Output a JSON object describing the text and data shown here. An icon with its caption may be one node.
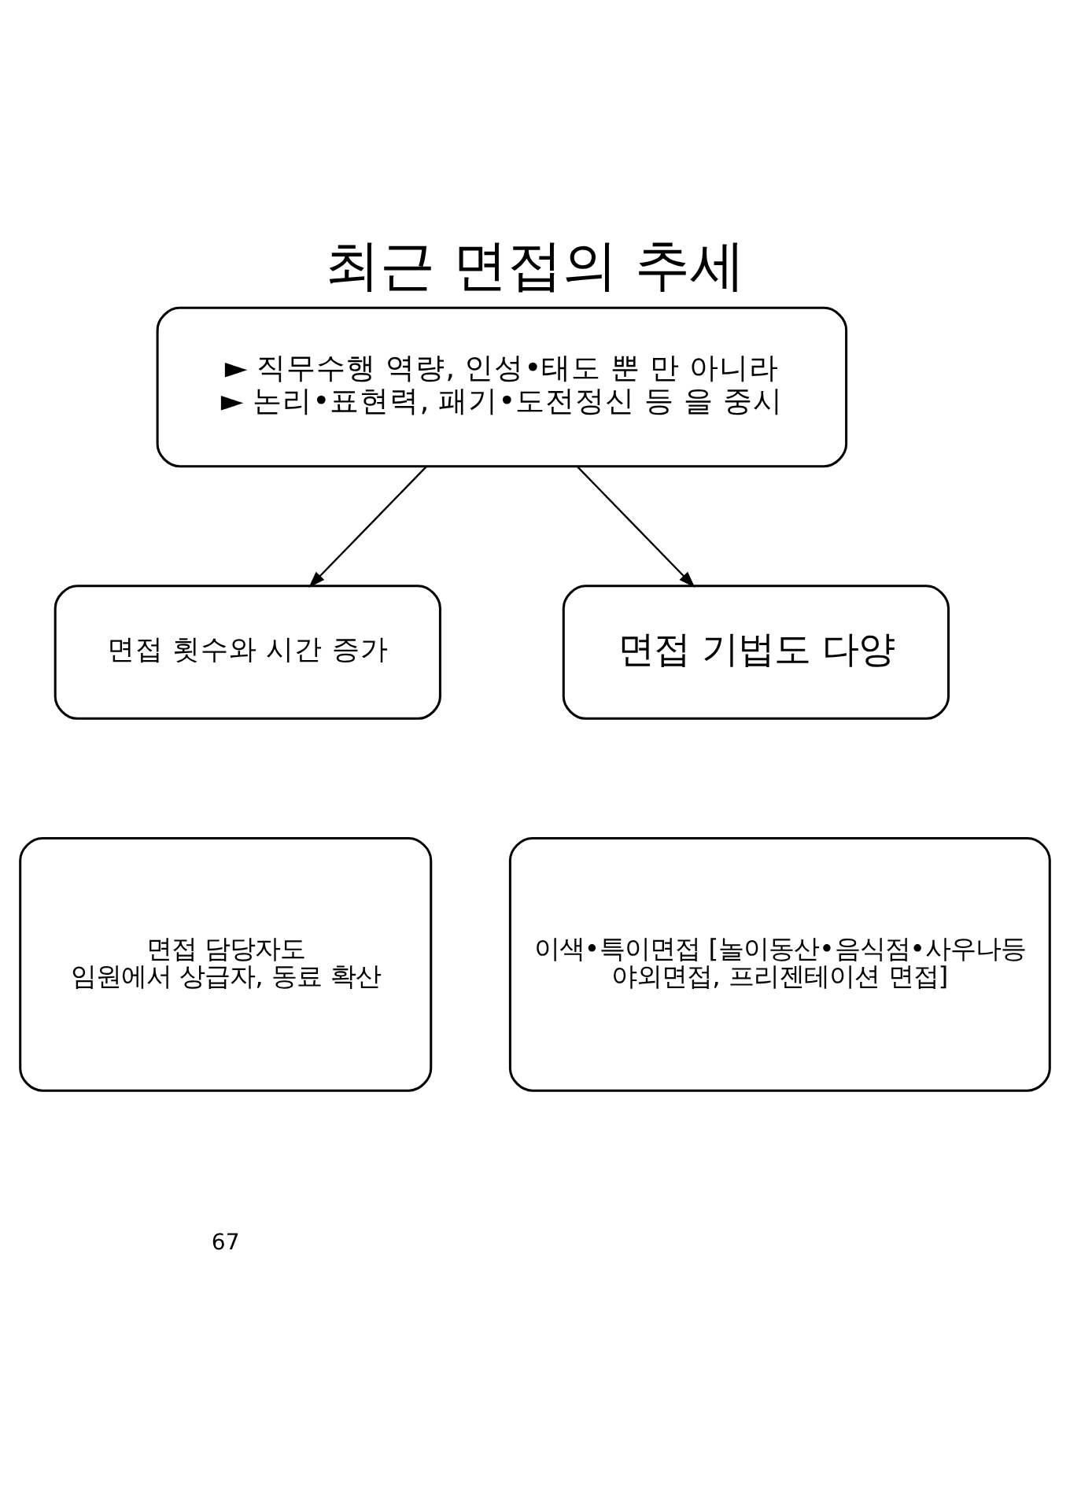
{
  "diagram": {
    "title": "최근 면접의 추세",
    "nodes": [
      {
        "text": [
          "► 직무수행 역량, 인성•태도 뿐 만 아니라",
          "► 논리•표현력, 패기•도전정신 등 을 중시"
        ]
      },
      {
        "text": [
          "면접 횟수와 시간 증가"
        ]
      },
      {
        "text": [
          "면접 기법도 다양"
        ]
      },
      {
        "text": [
          "면접 담당자도 임원에서 상급자, 동료 확산"
        ]
      },
      {
        "text": [
          "이색•특이면접 [놀이동산•음식점•사우나등 야외면접, 프리젠테이션 면접]"
        ]
      }
    ],
    "edges": [
      {
        "from": 0,
        "to": 1,
        "arrow": "to"
      },
      {
        "from": 0,
        "to": 2,
        "arrow": "to"
      }
    ],
    "labels": [
      "67"
    ]
  }
}
